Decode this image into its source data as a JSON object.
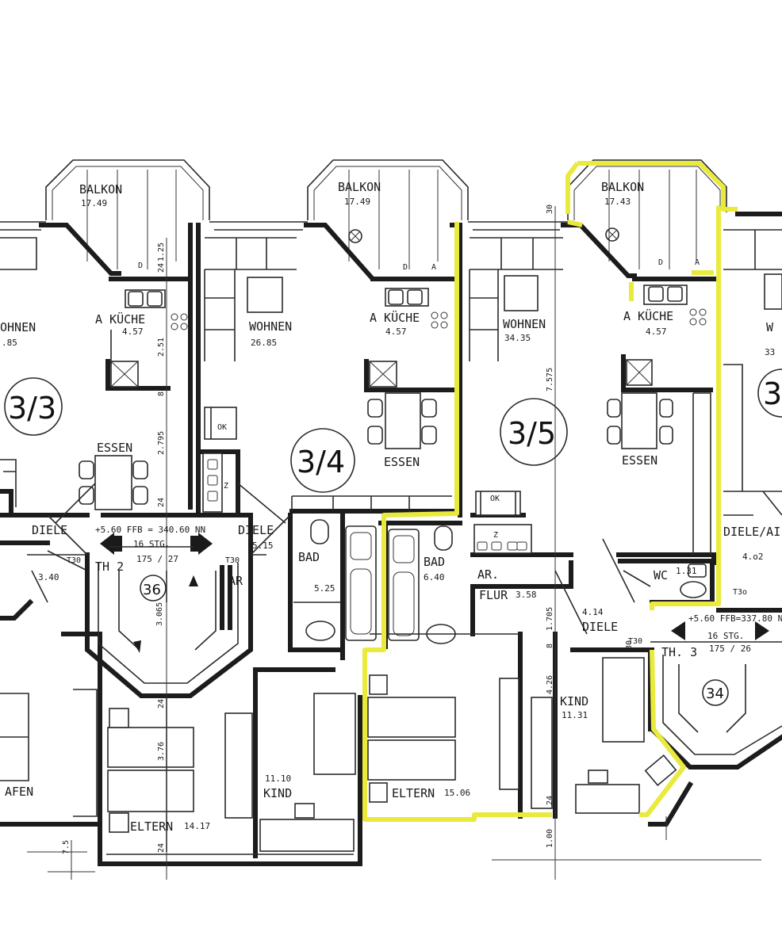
{
  "accent": "#e9ea3c",
  "rooms": {
    "balkon_left": {
      "name": "BALKON",
      "area": "17.49"
    },
    "balkon_mid": {
      "name": "BALKON",
      "area": "17.49"
    },
    "balkon_right": {
      "name": "BALKON",
      "area": "17.43"
    },
    "wohnen_left": {
      "name": "OHNEN",
      "area": ".85"
    },
    "wohnen_mid": {
      "name": "WOHNEN",
      "area": "26.85"
    },
    "wohnen_right": {
      "name": "WOHNEN",
      "area": "34.35"
    },
    "wohnen_edge": {
      "name": "W",
      "area": "33"
    },
    "kueche_left": {
      "name": "A KÜCHE",
      "area": "4.57"
    },
    "kueche_mid": {
      "name": "A KÜCHE",
      "area": "4.57"
    },
    "kueche_right": {
      "name": "A KÜCHE",
      "area": "4.57"
    },
    "essen_left": {
      "name": "ESSEN"
    },
    "essen_mid": {
      "name": "ESSEN"
    },
    "essen_right": {
      "name": "ESSEN"
    },
    "diele_left": {
      "name": "DIELE",
      "area": "3.40"
    },
    "diele_mid": {
      "name": "DIELE",
      "area": "5.15"
    },
    "diele_right": {
      "name": "DIELE",
      "area": "4.14"
    },
    "diele_edge": {
      "name": "DIELE/AI",
      "area": "4.o2"
    },
    "bad_mid": {
      "name": "BAD",
      "area": "5.25"
    },
    "bad_right": {
      "name": "BAD",
      "area": "6.40"
    },
    "ar_mid": {
      "name": "AR"
    },
    "ar_right": {
      "name": "AR."
    },
    "flur": {
      "name": "FLUR",
      "area": "3.58"
    },
    "wc": {
      "name": "WC",
      "area": "1.31"
    },
    "kind_mid": {
      "name": "KIND",
      "area": "11.10"
    },
    "kind_right": {
      "name": "KIND",
      "area": "11.31"
    },
    "eltern_mid": {
      "name": "ELTERN",
      "area": "14.17"
    },
    "eltern_right": {
      "name": "ELTERN",
      "area": "15.06"
    },
    "schlafen_left": {
      "name": "AFEN"
    }
  },
  "units": {
    "u33": "3/3",
    "u34": "3/4",
    "u35": "3/5",
    "u3_edge": "3"
  },
  "stairs": {
    "th2": "TH 2",
    "th3": "TH. 3",
    "th2_level": "+5.60 FFB = 340.60 NN",
    "th2_steps": "16 STG.",
    "th2_ratio": "175 / 27",
    "th3_level": "+5.60 FFB=337.80 NN",
    "th3_steps": "16 STG.",
    "th3_ratio": "175 / 26",
    "landing_left": "36",
    "landing_right": "34"
  },
  "doors": {
    "t30": "T30",
    "t3o": "T3o",
    "ok": "OK",
    "z": "Z",
    "d": "D",
    "a": "A"
  },
  "dims": [
    "1.25",
    "24",
    "2.51",
    "2.795",
    "24",
    "3.065",
    "24",
    "3.76",
    "24",
    "7.575",
    "30",
    "1.705",
    "8",
    "4.26",
    "24",
    "1.00",
    "7.5",
    "8",
    "30"
  ]
}
